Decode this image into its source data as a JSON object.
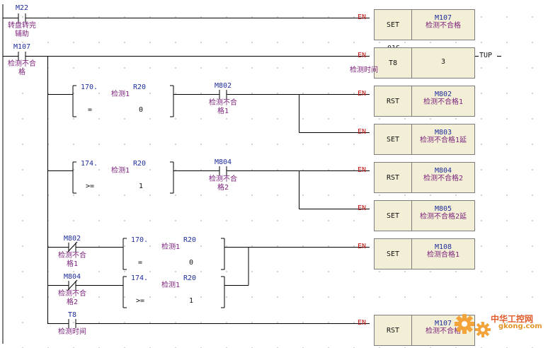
{
  "rungs": [
    {
      "contact": {
        "address": "M22",
        "comment_line1": "转盘转完",
        "comment_line2": "辅助"
      },
      "coil": {
        "en": "EN",
        "instruction": "SET",
        "address": "M107",
        "comment": "检测不合格"
      }
    },
    {
      "contact": {
        "address": "M107",
        "comment_line1": "检测不合",
        "comment_line2": "格"
      },
      "timer": {
        "en": "EN",
        "base": ".01S",
        "address": "T8",
        "preset": "3",
        "comment": "检测时间",
        "output": "TUP"
      },
      "branches": [
        {
          "compare": {
            "const": "170.",
            "operator": "=",
            "operand": "R20",
            "operand_comment": "检测1",
            "value": "0"
          },
          "contact": {
            "address": "M802",
            "comment_line1": "检测不合",
            "comment_line2": "格1"
          },
          "coils": [
            {
              "en": "EN",
              "instruction": "RST",
              "address": "M802",
              "comment": "检测不合格1"
            },
            {
              "en": "EN",
              "instruction": "SET",
              "address": "M803",
              "comment": "检测不合格1延"
            }
          ]
        },
        {
          "compare": {
            "const": "174.",
            "operator": ">=",
            "operand": "R20",
            "operand_comment": "检测1",
            "value": "1"
          },
          "contact": {
            "address": "M804",
            "comment_line1": "检测不合",
            "comment_line2": "格2"
          },
          "coils": [
            {
              "en": "EN",
              "instruction": "RST",
              "address": "M804",
              "comment": "检测不合格2"
            },
            {
              "en": "EN",
              "instruction": "SET",
              "address": "M805",
              "comment": "检测不合格2延"
            }
          ]
        },
        {
          "parallel": [
            {
              "nc_contact": {
                "address": "M802",
                "comment_line1": "检测不合",
                "comment_line2": "格1"
              },
              "compare": {
                "const": "170.",
                "operator": "=",
                "operand": "R20",
                "operand_comment": "检测1",
                "value": "0"
              }
            },
            {
              "nc_contact": {
                "address": "M804",
                "comment_line1": "检测不合",
                "comment_line2": "格2"
              },
              "compare": {
                "const": "174.",
                "operator": ">=",
                "operand": "R20",
                "operand_comment": "检测1",
                "value": "1"
              }
            }
          ],
          "coil": {
            "en": "EN",
            "instruction": "SET",
            "address": "M108",
            "comment": "检测合格1"
          }
        },
        {
          "contact": {
            "address": "T8",
            "comment_line1": "检测时间"
          },
          "coil": {
            "en": "EN",
            "instruction": "RST",
            "address": "M107",
            "comment": "检测不合格"
          }
        }
      ]
    }
  ],
  "watermark": {
    "brand": "中华工控网",
    "url": "gkong.com"
  },
  "colors": {
    "address": "#1f2d9c",
    "comment": "#7a1f7a",
    "en": "#c01818",
    "box_fill": "#f3efd7"
  }
}
